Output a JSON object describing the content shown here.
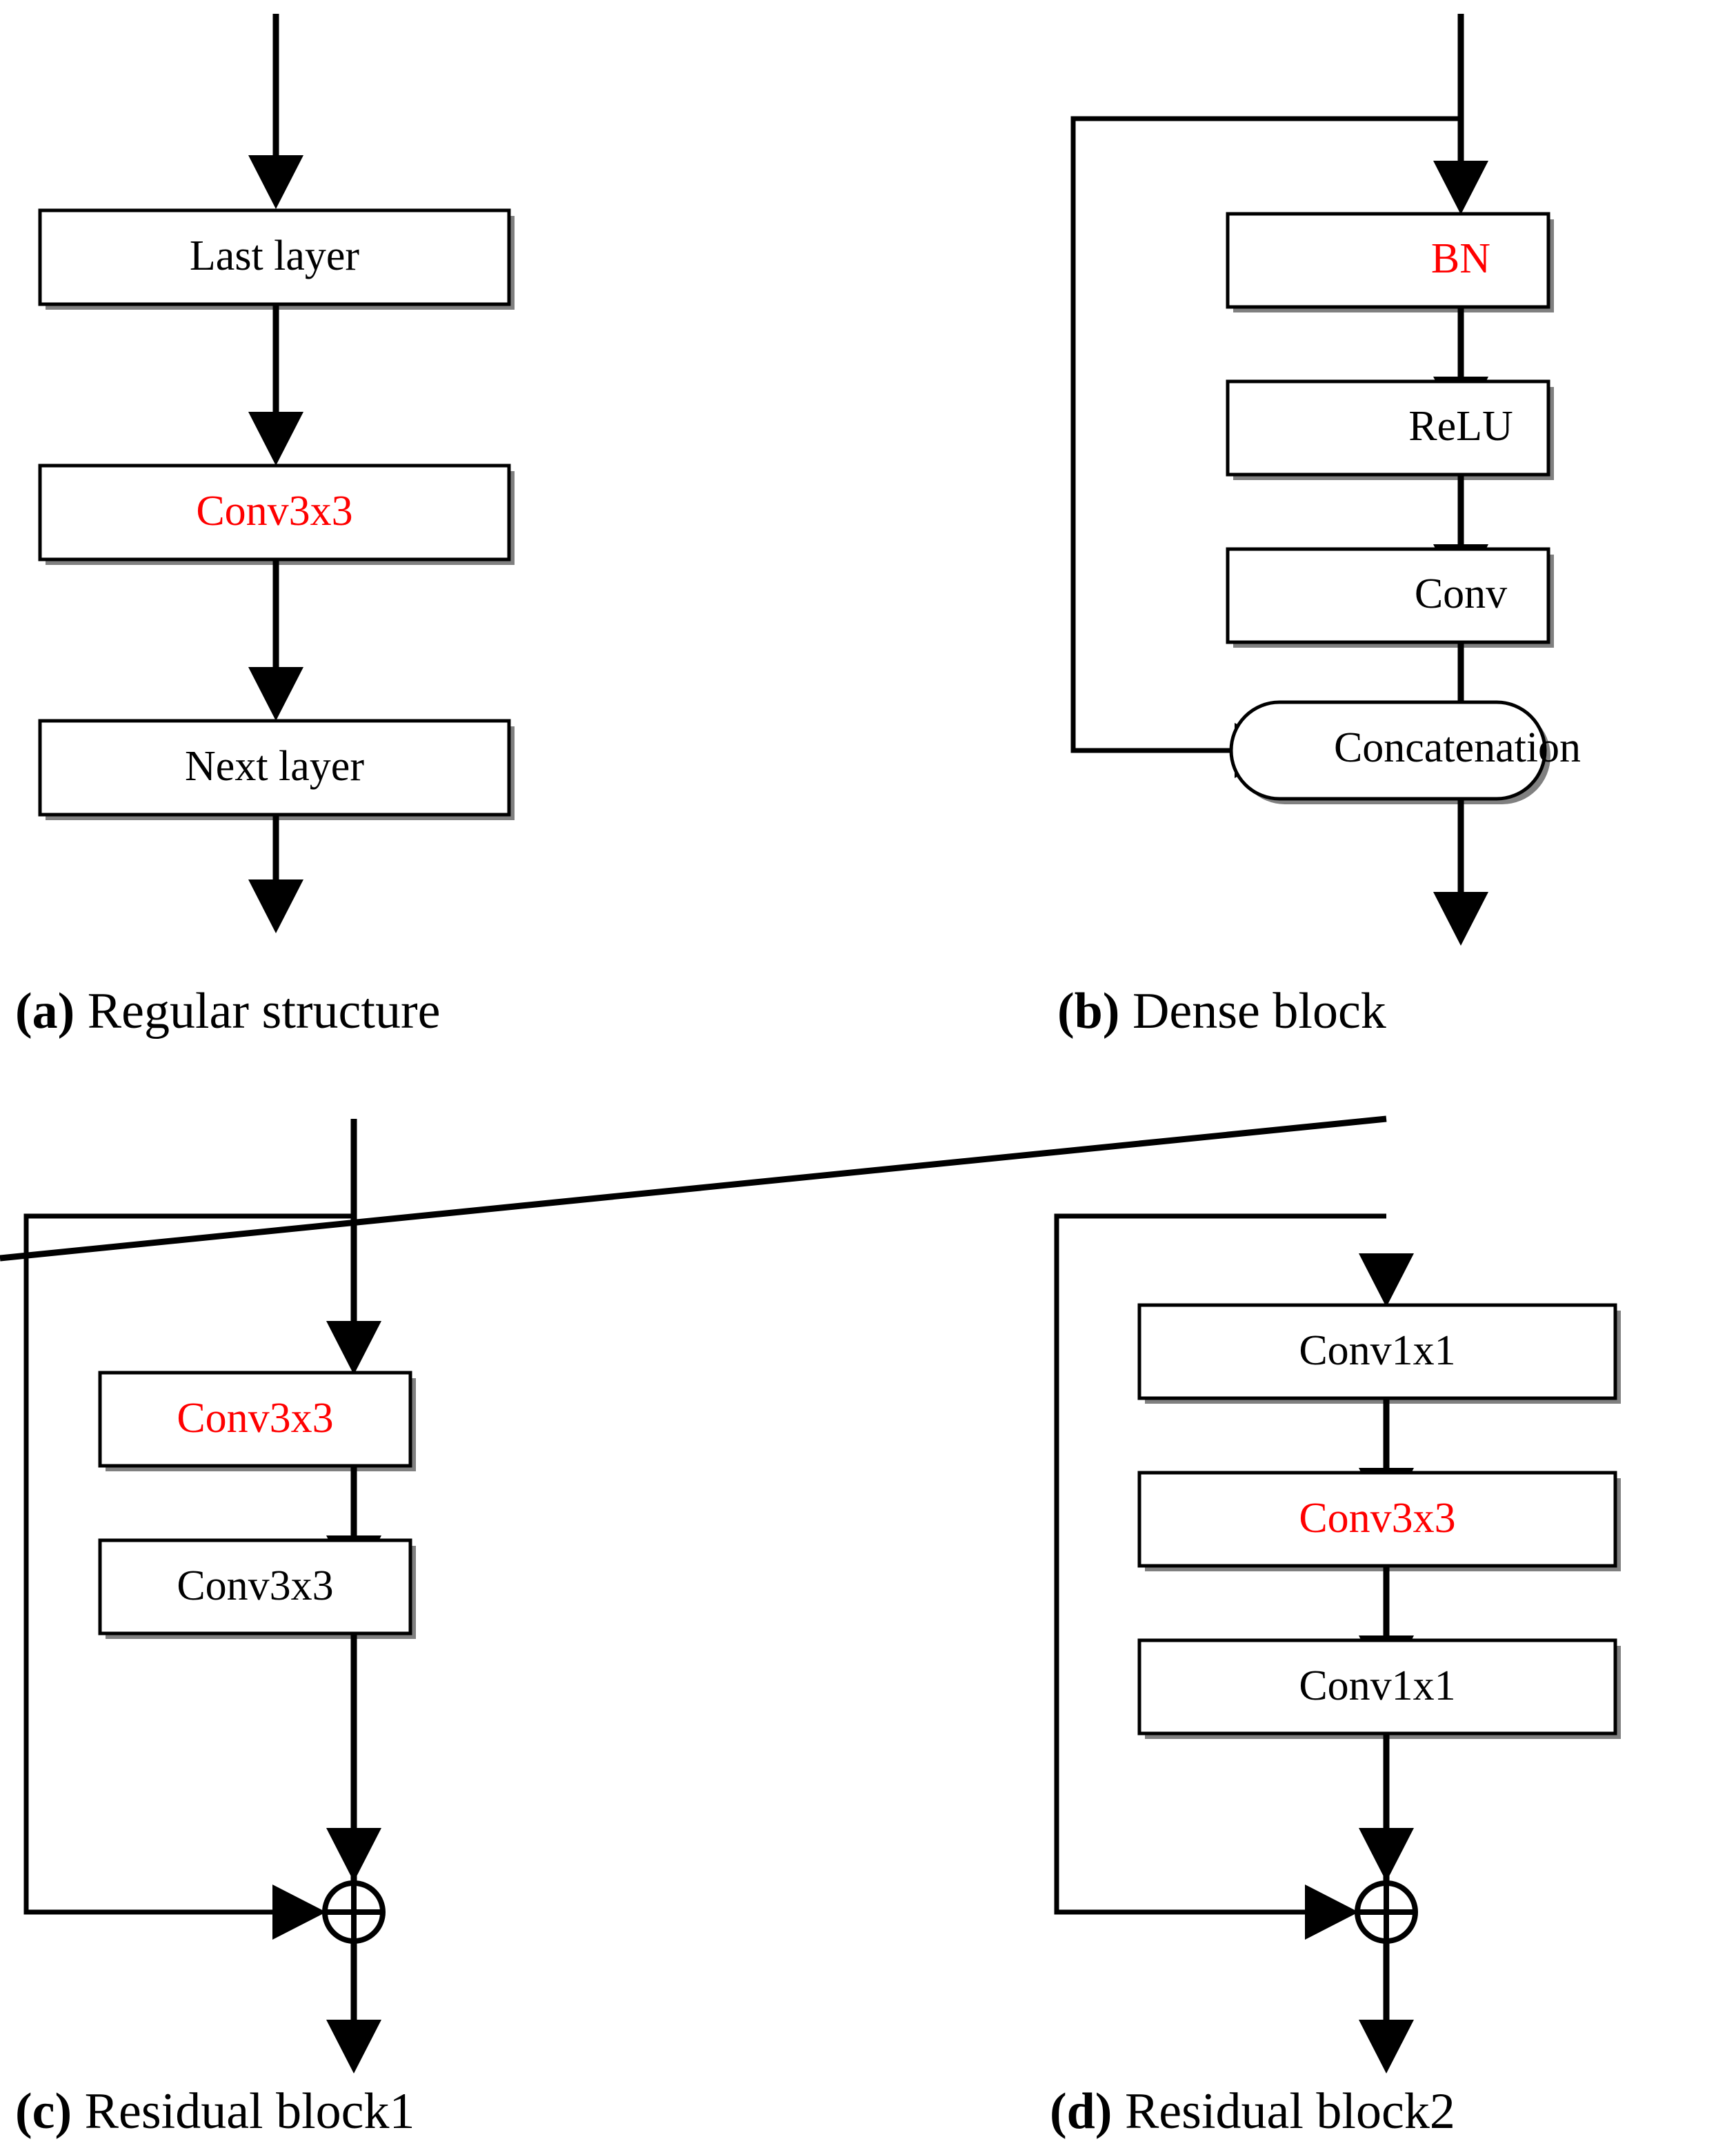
{
  "figure": {
    "title": "Network block structures comparison",
    "background_color": "#ffffff",
    "accent_color": "#ff0000",
    "line_color": "#000000"
  },
  "panels": [
    {
      "id": "a",
      "caption_letter": "(a)",
      "caption_text": " Regular structure",
      "nodes": [
        {
          "label": "Last layer",
          "color": "#000000",
          "shape": "rect"
        },
        {
          "label": "Conv3x3",
          "color": "#ff0000",
          "shape": "rect"
        },
        {
          "label": "Next layer",
          "color": "#000000",
          "shape": "rect"
        }
      ],
      "has_skip": false,
      "merge": null
    },
    {
      "id": "b",
      "caption_letter": "(b)",
      "caption_text": " Dense block",
      "nodes": [
        {
          "label": "BN",
          "color": "#ff0000",
          "shape": "rect"
        },
        {
          "label": "ReLU",
          "color": "#000000",
          "shape": "rect"
        },
        {
          "label": "Conv",
          "color": "#000000",
          "shape": "rect"
        },
        {
          "label": "Concatenation",
          "color": "#000000",
          "shape": "pill"
        }
      ],
      "has_skip": true,
      "merge": "concatenation"
    },
    {
      "id": "c",
      "caption_letter": "(c)",
      "caption_text": " Residual block1",
      "nodes": [
        {
          "label": "Conv3x3",
          "color": "#ff0000",
          "shape": "rect"
        },
        {
          "label": "Conv3x3",
          "color": "#000000",
          "shape": "rect"
        }
      ],
      "has_skip": true,
      "merge": "sum"
    },
    {
      "id": "d",
      "caption_letter": "(d)",
      "caption_text": " Residual block2",
      "nodes": [
        {
          "label": "Conv1x1",
          "color": "#000000",
          "shape": "rect"
        },
        {
          "label": "Conv3x3",
          "color": "#ff0000",
          "shape": "rect"
        },
        {
          "label": "Conv1x1",
          "color": "#000000",
          "shape": "rect"
        }
      ],
      "has_skip": true,
      "merge": "sum"
    }
  ],
  "icons": {
    "sum": "circled-plus-icon",
    "arrow": "arrowhead-down-icon"
  }
}
